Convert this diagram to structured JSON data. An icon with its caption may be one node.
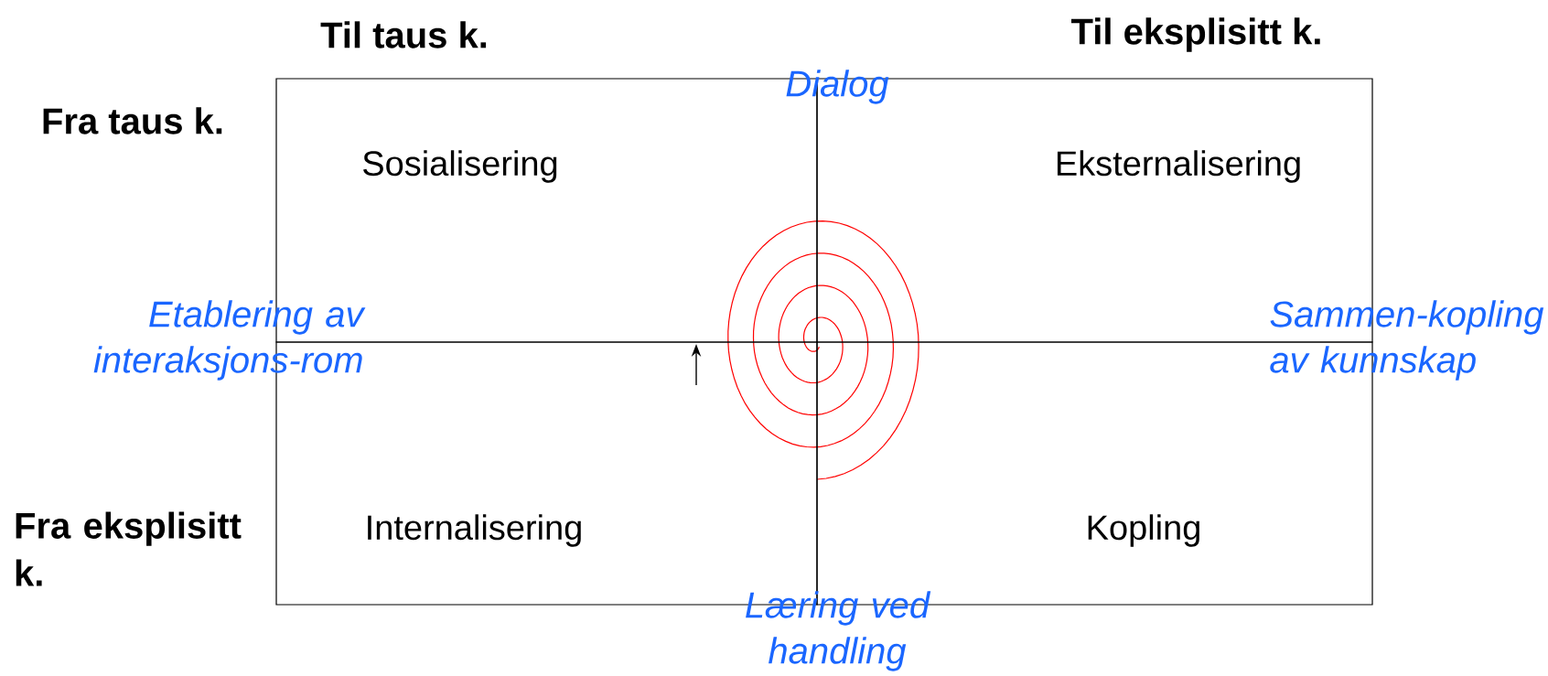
{
  "diagram": {
    "nodes": [
      {
        "text": [
          "Sosialisering"
        ]
      },
      {
        "text": [
          "Eksternalisering"
        ]
      },
      {
        "text": [
          "Internalisering"
        ]
      },
      {
        "text": [
          "Kopling"
        ]
      }
    ],
    "labels": [
      "Til taus k.",
      "Til eksplisitt k.",
      "Dialog",
      "Fra taus k.",
      "Etablering av interaksjons-rom",
      "Sammen-kopling av kunnskap",
      "Fra eksplisitt k.",
      "Læring ved handling"
    ]
  }
}
